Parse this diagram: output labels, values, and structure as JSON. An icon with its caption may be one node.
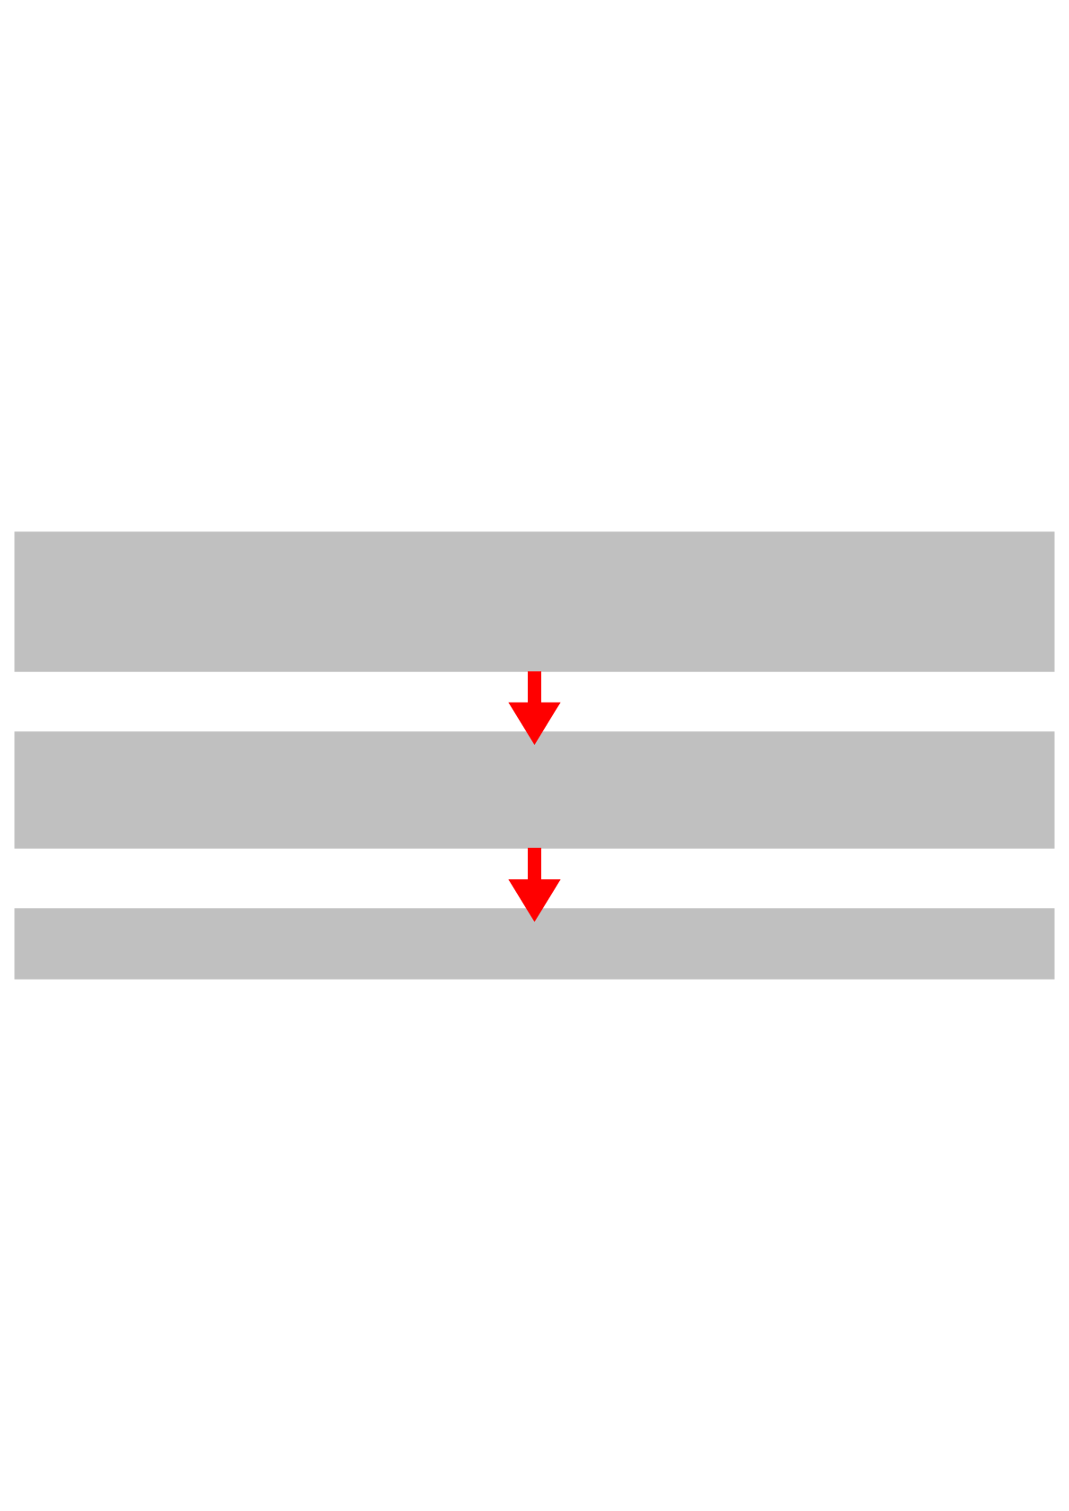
{
  "diagram": {
    "nodes": [
      {
        "text": [],
        "shape": "box"
      },
      {
        "text": [],
        "shape": "box"
      },
      {
        "text": [],
        "shape": "box"
      }
    ],
    "edges": [
      {
        "from": 0,
        "to": 1,
        "arrow": "to"
      },
      {
        "from": 1,
        "to": 2,
        "arrow": "to"
      }
    ]
  }
}
